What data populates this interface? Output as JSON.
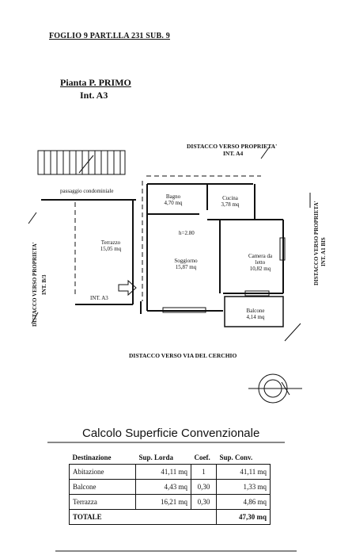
{
  "header": "FOGLIO 9  PART.LLA 231  SUB. 9",
  "plan": {
    "title": "Pianta P. PRIMO",
    "subtitle": "Int. A3"
  },
  "labels": {
    "distacco_top": "DISTACCO VERSO PROPRIETA'",
    "int_a4": "INT. A4",
    "passaggio": "passaggio condominiale",
    "distacco_left": "DISTACCO VERSO PROPRIETA'",
    "int_b3": "INT. B/3",
    "distacco_right": "DISTACCO VERSO PROPRIETA'",
    "int_a1": "INT. A1 BIS",
    "distacco_bottom": "DISTACCO VERSO VIA DEL CERCHIO",
    "height": "h=2.80",
    "int_a3": "INT. A3"
  },
  "rooms": {
    "bagno": {
      "name": "Bagno",
      "area": "4,70 mq"
    },
    "cucina": {
      "name": "Cucina",
      "area": "3,78 mq"
    },
    "terrazzo": {
      "name": "Terrazzo",
      "area": "15,05 mq"
    },
    "soggiorno": {
      "name": "Soggiorno",
      "area": "15,87 mq"
    },
    "camera": {
      "name1": "Camera da",
      "name2": "letto",
      "area": "10,82 mq"
    },
    "balcone": {
      "name": "Balcone",
      "area": "4,14 mq"
    }
  },
  "calc": {
    "title": "Calcolo Superficie Convenzionale",
    "headers": [
      "Destinazione",
      "Sup. Lorda",
      "Coef.",
      "Sup. Conv."
    ],
    "rows": [
      {
        "dest": "Abitazione",
        "lorda": "41,11 mq",
        "coef": "1",
        "conv": "41,11 mq"
      },
      {
        "dest": "Balcone",
        "lorda": "4,43 mq",
        "coef": "0,30",
        "conv": "1,33 mq"
      },
      {
        "dest": "Terrazza",
        "lorda": "16,21 mq",
        "coef": "0,30",
        "conv": "4,86 mq"
      }
    ],
    "total": {
      "label": "TOTALE",
      "value": "47,30 mq"
    }
  }
}
